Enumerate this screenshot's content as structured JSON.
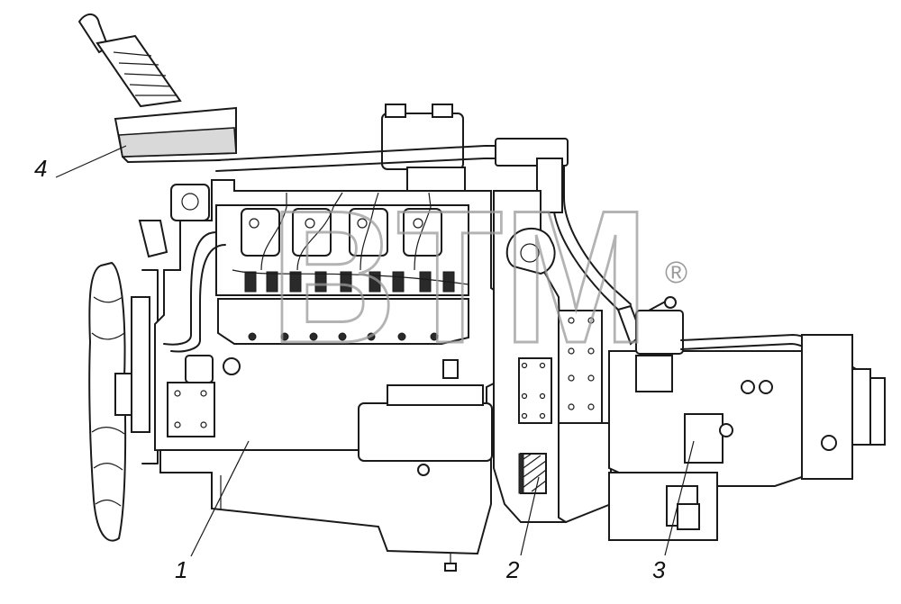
{
  "callouts": [
    {
      "id": "1",
      "label": "1"
    },
    {
      "id": "2",
      "label": "2"
    },
    {
      "id": "3",
      "label": "3"
    },
    {
      "id": "4",
      "label": "4"
    }
  ],
  "watermark": {
    "text": "BTM",
    "symbol": "®"
  }
}
